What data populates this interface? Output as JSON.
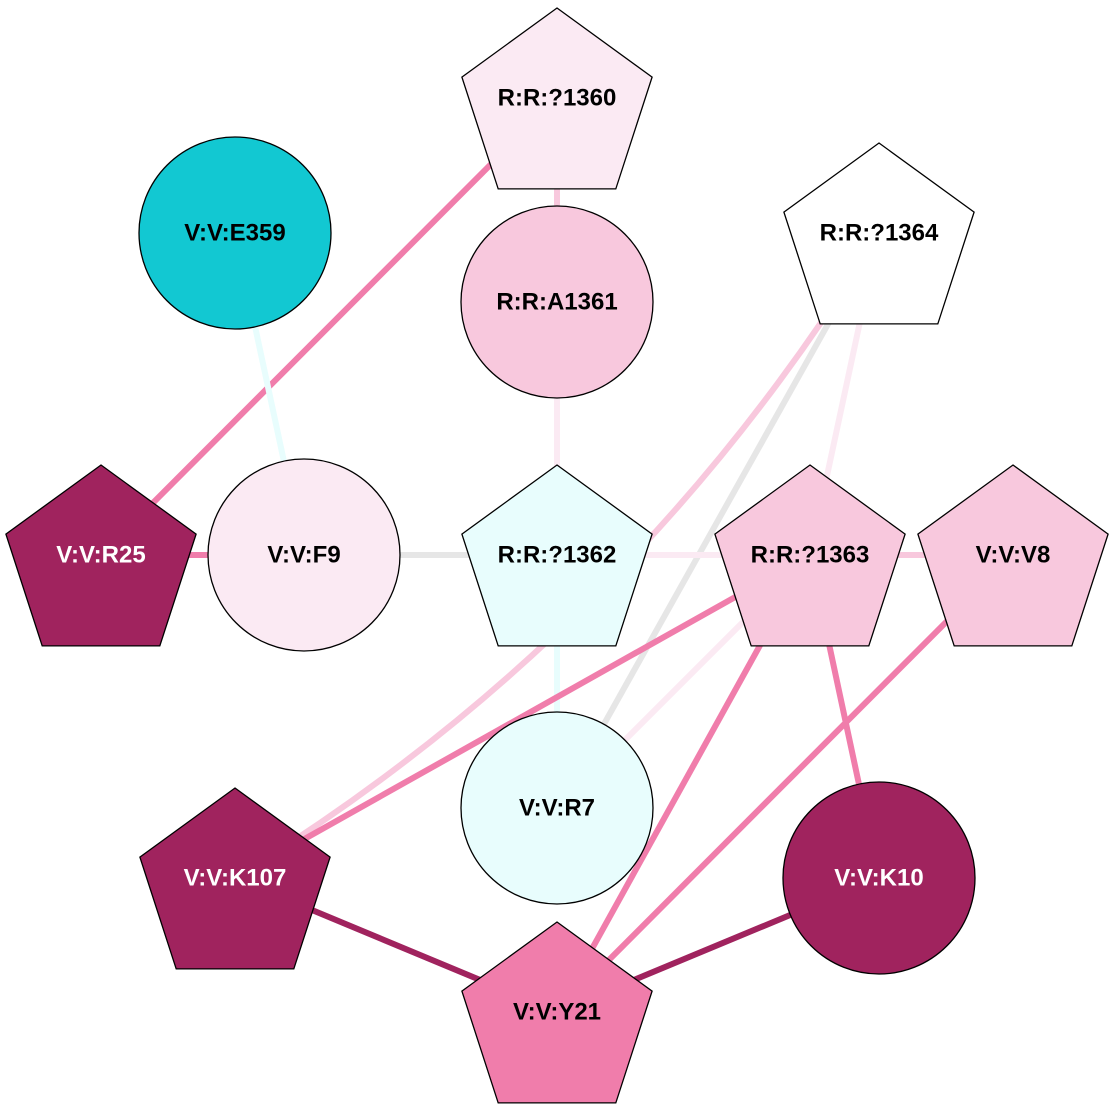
{
  "diagram": {
    "type": "residue-interaction-network",
    "nodes": [
      {
        "id": "R:R:?1360",
        "label": "R:R:?1360",
        "shape": "pentagon",
        "fill": "#fbeaf3",
        "text_color": "#000000"
      },
      {
        "id": "V:V:E359",
        "label": "V:V:E359",
        "shape": "circle",
        "fill": "#12c8d2",
        "text_color": "#000000"
      },
      {
        "id": "R:R:A1361",
        "label": "R:R:A1361",
        "shape": "circle",
        "fill": "#f8c8dd",
        "text_color": "#000000"
      },
      {
        "id": "R:R:?1364",
        "label": "R:R:?1364",
        "shape": "pentagon",
        "fill": "#ffffff",
        "text_color": "#000000"
      },
      {
        "id": "V:V:R25",
        "label": "V:V:R25",
        "shape": "pentagon",
        "fill": "#a0235e",
        "text_color": "#ffffff"
      },
      {
        "id": "V:V:F9",
        "label": "V:V:F9",
        "shape": "circle",
        "fill": "#fbeaf3",
        "text_color": "#000000"
      },
      {
        "id": "R:R:?1362",
        "label": "R:R:?1362",
        "shape": "pentagon",
        "fill": "#e8fdfd",
        "text_color": "#000000"
      },
      {
        "id": "R:R:?1363",
        "label": "R:R:?1363",
        "shape": "pentagon",
        "fill": "#f8c8dd",
        "text_color": "#000000"
      },
      {
        "id": "V:V:V8",
        "label": "V:V:V8",
        "shape": "pentagon",
        "fill": "#f8c8dd",
        "text_color": "#000000"
      },
      {
        "id": "V:V:R7",
        "label": "V:V:R7",
        "shape": "circle",
        "fill": "#e8fdfd",
        "text_color": "#000000"
      },
      {
        "id": "V:V:K107",
        "label": "V:V:K107",
        "shape": "pentagon",
        "fill": "#a0235e",
        "text_color": "#ffffff"
      },
      {
        "id": "V:V:K10",
        "label": "V:V:K10",
        "shape": "circle",
        "fill": "#a0235e",
        "text_color": "#ffffff"
      },
      {
        "id": "V:V:Y21",
        "label": "V:V:Y21",
        "shape": "pentagon",
        "fill": "#f07dab",
        "text_color": "#000000"
      }
    ],
    "edges": [
      {
        "source": "R:R:?1360",
        "target": "V:V:R25",
        "color": "#f07dab"
      },
      {
        "source": "R:R:?1360",
        "target": "R:R:A1361",
        "color": "#f8c8dd"
      },
      {
        "source": "R:R:A1361",
        "target": "R:R:?1362",
        "color": "#fbeaf3"
      },
      {
        "source": "V:V:E359",
        "target": "V:V:F9",
        "color": "#e8fdfd"
      },
      {
        "source": "R:R:?1364",
        "target": "V:V:K107",
        "color": "#f8c8dd",
        "curved": true
      },
      {
        "source": "R:R:?1364",
        "target": "V:V:R7",
        "color": "#e6e6e6"
      },
      {
        "source": "R:R:?1364",
        "target": "R:R:?1363",
        "color": "#fbeaf3"
      },
      {
        "source": "V:V:R25",
        "target": "V:V:F9",
        "color": "#f07dab"
      },
      {
        "source": "V:V:F9",
        "target": "R:R:?1362",
        "color": "#e6e6e6"
      },
      {
        "source": "R:R:?1362",
        "target": "R:R:?1363",
        "color": "#fbeaf3"
      },
      {
        "source": "R:R:?1362",
        "target": "V:V:R7",
        "color": "#e8fdfd"
      },
      {
        "source": "R:R:?1363",
        "target": "V:V:V8",
        "color": "#f8c8dd"
      },
      {
        "source": "R:R:?1363",
        "target": "V:V:K107",
        "color": "#f07dab"
      },
      {
        "source": "R:R:?1363",
        "target": "V:V:R7",
        "color": "#fbeaf3"
      },
      {
        "source": "R:R:?1363",
        "target": "V:V:Y21",
        "color": "#f07dab"
      },
      {
        "source": "R:R:?1363",
        "target": "V:V:K10",
        "color": "#f07dab"
      },
      {
        "source": "V:V:V8",
        "target": "V:V:Y21",
        "color": "#f07dab"
      },
      {
        "source": "V:V:K107",
        "target": "V:V:Y21",
        "color": "#a0235e"
      },
      {
        "source": "V:V:K10",
        "target": "V:V:Y21",
        "color": "#a0235e"
      }
    ]
  }
}
